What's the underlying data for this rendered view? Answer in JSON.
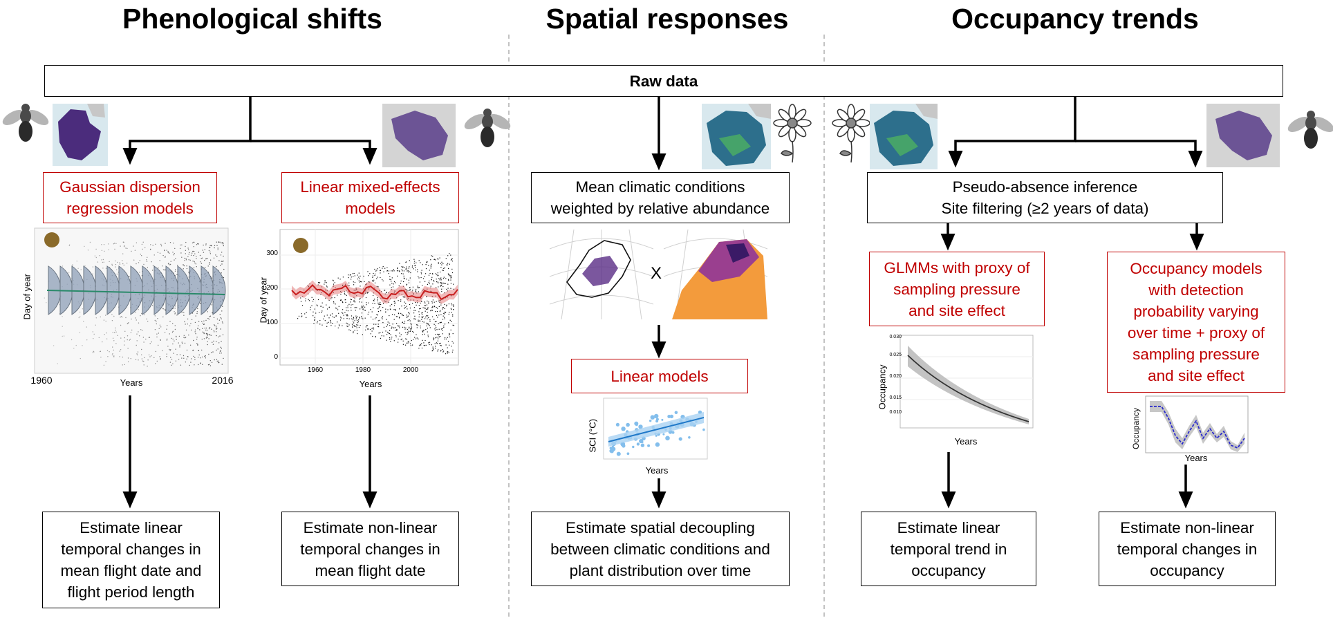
{
  "headings": {
    "phenological": "Phenological shifts",
    "spatial": "Spatial responses",
    "occupancy": "Occupancy trends"
  },
  "raw_data": "Raw data",
  "phenology": {
    "left_method": [
      "Gaussian dispersion",
      "regression models"
    ],
    "right_method": [
      "Linear mixed-effects",
      "models"
    ],
    "left_plot": {
      "ylabel": "Day of year",
      "xlabel": "Years",
      "x_start": "1960",
      "x_end": "2016"
    },
    "right_plot": {
      "ylabel": "Day of year",
      "xlabel": "Years",
      "yticks": [
        "300",
        "200",
        "100",
        "0"
      ],
      "xticks": [
        "1960",
        "1980",
        "2000"
      ]
    },
    "left_output": [
      "Estimate linear",
      "temporal changes in",
      "mean flight date and",
      "flight period length"
    ],
    "right_output": [
      "Estimate non-linear",
      "temporal changes in",
      "mean flight date"
    ]
  },
  "spatial": {
    "method_top": [
      "Mean climatic conditions",
      "weighted by relative abundance"
    ],
    "times_sign": "X",
    "method_mid": "Linear models",
    "plot": {
      "ylabel": "SCI (°C)",
      "xlabel": "Years"
    },
    "output": [
      "Estimate spatial decoupling",
      "between climatic conditions and",
      "plant distribution over time"
    ]
  },
  "occupancy": {
    "filter_box": [
      "Pseudo-absence inference",
      "Site filtering (≥2 years of data)"
    ],
    "left_method": [
      "GLMMs with proxy of",
      "sampling pressure",
      "and site effect"
    ],
    "right_method": [
      "Occupancy models",
      "with detection",
      "probability varying",
      "over time + proxy of",
      "sampling pressure",
      "and site effect"
    ],
    "left_plot": {
      "ylabel": "Occupancy",
      "xlabel": "Years",
      "yticks": [
        "0.030",
        "0.025",
        "0.020",
        "0.015",
        "0.010"
      ]
    },
    "right_plot": {
      "ylabel": "Occupancy",
      "xlabel": "Years"
    },
    "left_output": [
      "Estimate linear",
      "temporal trend in",
      "occupancy"
    ],
    "right_output": [
      "Estimate non-linear",
      "temporal changes in",
      "occupancy"
    ]
  },
  "colors": {
    "method_red": "#c00000",
    "lme_line": "#d93030",
    "sci_points": "#5aa9e6"
  }
}
